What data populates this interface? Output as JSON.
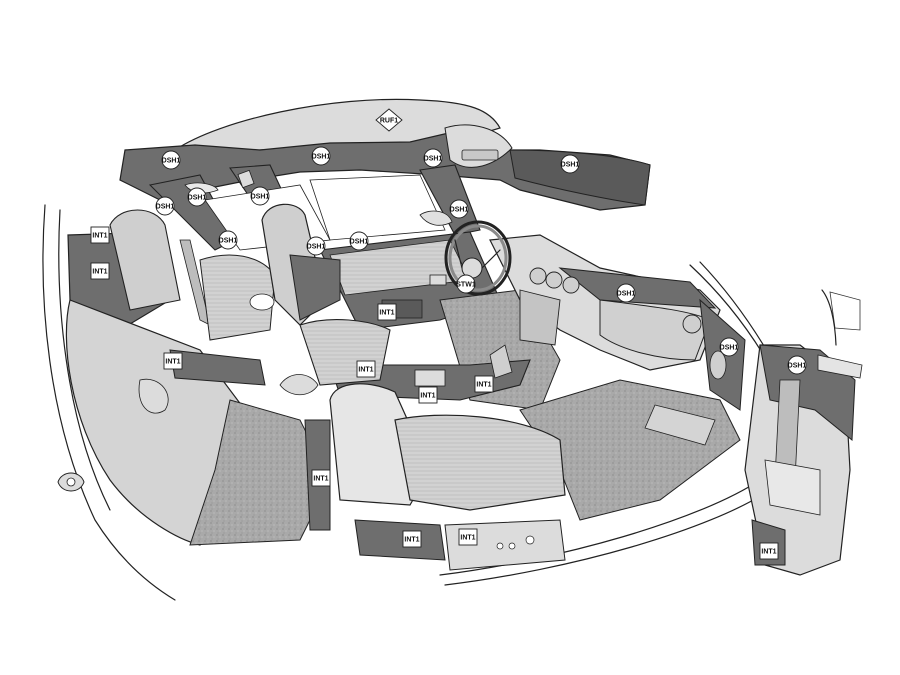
{
  "colors": {
    "trim": "#6e6e6e",
    "trim_dark": "#5a5a5a",
    "light": "#dcdcdc",
    "seat": "#cfcfcf",
    "carpet": "#a9a9a9",
    "outline": "#222222"
  },
  "labels": [
    {
      "id": "roof",
      "text": "RUF1",
      "shape": "diamond"
    },
    {
      "id": "dsh-header-left",
      "text": "DSH1",
      "shape": "circle"
    },
    {
      "id": "dsh-header-mid",
      "text": "DSH1",
      "shape": "circle"
    },
    {
      "id": "dsh-header-right",
      "text": "DSH1",
      "shape": "circle"
    },
    {
      "id": "dsh-visor",
      "text": "DSH1",
      "shape": "circle"
    },
    {
      "id": "dsh-bpillar-upper",
      "text": "DSH1",
      "shape": "circle"
    },
    {
      "id": "dsh-bpillar-lower",
      "text": "DSH1",
      "shape": "circle"
    },
    {
      "id": "dsh-apillar",
      "text": "DSH1",
      "shape": "circle"
    },
    {
      "id": "dsh-rear-panel",
      "text": "DSH1",
      "shape": "circle"
    },
    {
      "id": "dsh-door-top",
      "text": "DSH1",
      "shape": "circle"
    },
    {
      "id": "dsh-door-rail",
      "text": "DSH1",
      "shape": "circle"
    },
    {
      "id": "dsh-seatback",
      "text": "DSH1",
      "shape": "circle"
    },
    {
      "id": "dsh-dash-right",
      "text": "DSH1",
      "shape": "circle"
    },
    {
      "id": "dsh-right-pillar",
      "text": "DSH1",
      "shape": "circle"
    },
    {
      "id": "dsh-right-door",
      "text": "DSH1",
      "shape": "circle"
    },
    {
      "id": "stw-steering",
      "text": "STW1",
      "shape": "circle"
    },
    {
      "id": "int-rear-upper",
      "text": "INT1",
      "shape": "square"
    },
    {
      "id": "int-rear-side",
      "text": "INT1",
      "shape": "square"
    },
    {
      "id": "int-door-pocket",
      "text": "INT1",
      "shape": "square"
    },
    {
      "id": "int-armrest",
      "text": "INT1",
      "shape": "square"
    },
    {
      "id": "int-tunnel-a",
      "text": "INT1",
      "shape": "square"
    },
    {
      "id": "int-tunnel-b",
      "text": "INT1",
      "shape": "square"
    },
    {
      "id": "int-tunnel-c",
      "text": "INT1",
      "shape": "square"
    },
    {
      "id": "int-sill-left",
      "text": "INT1",
      "shape": "square"
    },
    {
      "id": "int-seat-base",
      "text": "INT1",
      "shape": "square"
    },
    {
      "id": "int-seat-side",
      "text": "INT1",
      "shape": "square"
    },
    {
      "id": "int-right-door-lower",
      "text": "INT1",
      "shape": "square"
    }
  ]
}
